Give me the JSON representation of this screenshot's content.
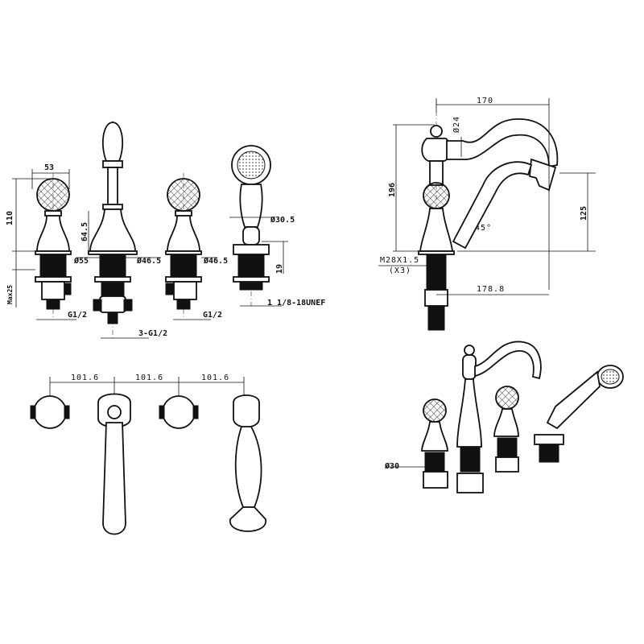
{
  "front_view": {
    "handle_width": "53",
    "handle_height": "110",
    "max_deck": "Max25",
    "left_thread": "G1/2",
    "spout_base_height": "64.5",
    "spout_diameter": "Ø55",
    "handle_diameter_left": "Ø46.5",
    "handle_diameter_right": "Ø46.5",
    "handset_diameter": "Ø30.5",
    "handset_base_height": "19",
    "handset_thread": "1 1/8-18UNEF",
    "spout_thread": "3-G1/2",
    "right_thread": "G1/2"
  },
  "side_view": {
    "spout_reach": "170",
    "knob_diameter": "Ø24",
    "total_height": "196",
    "outlet_height": "125",
    "angle": "45°",
    "mount_thread": "M28X1.5",
    "mount_qty": "(X3)",
    "handset_reach": "178.8"
  },
  "top_view": {
    "spacings": [
      "101.6",
      "101.6",
      "101.6"
    ]
  },
  "perspective_view": {
    "hole_diameter": "Ø30"
  }
}
